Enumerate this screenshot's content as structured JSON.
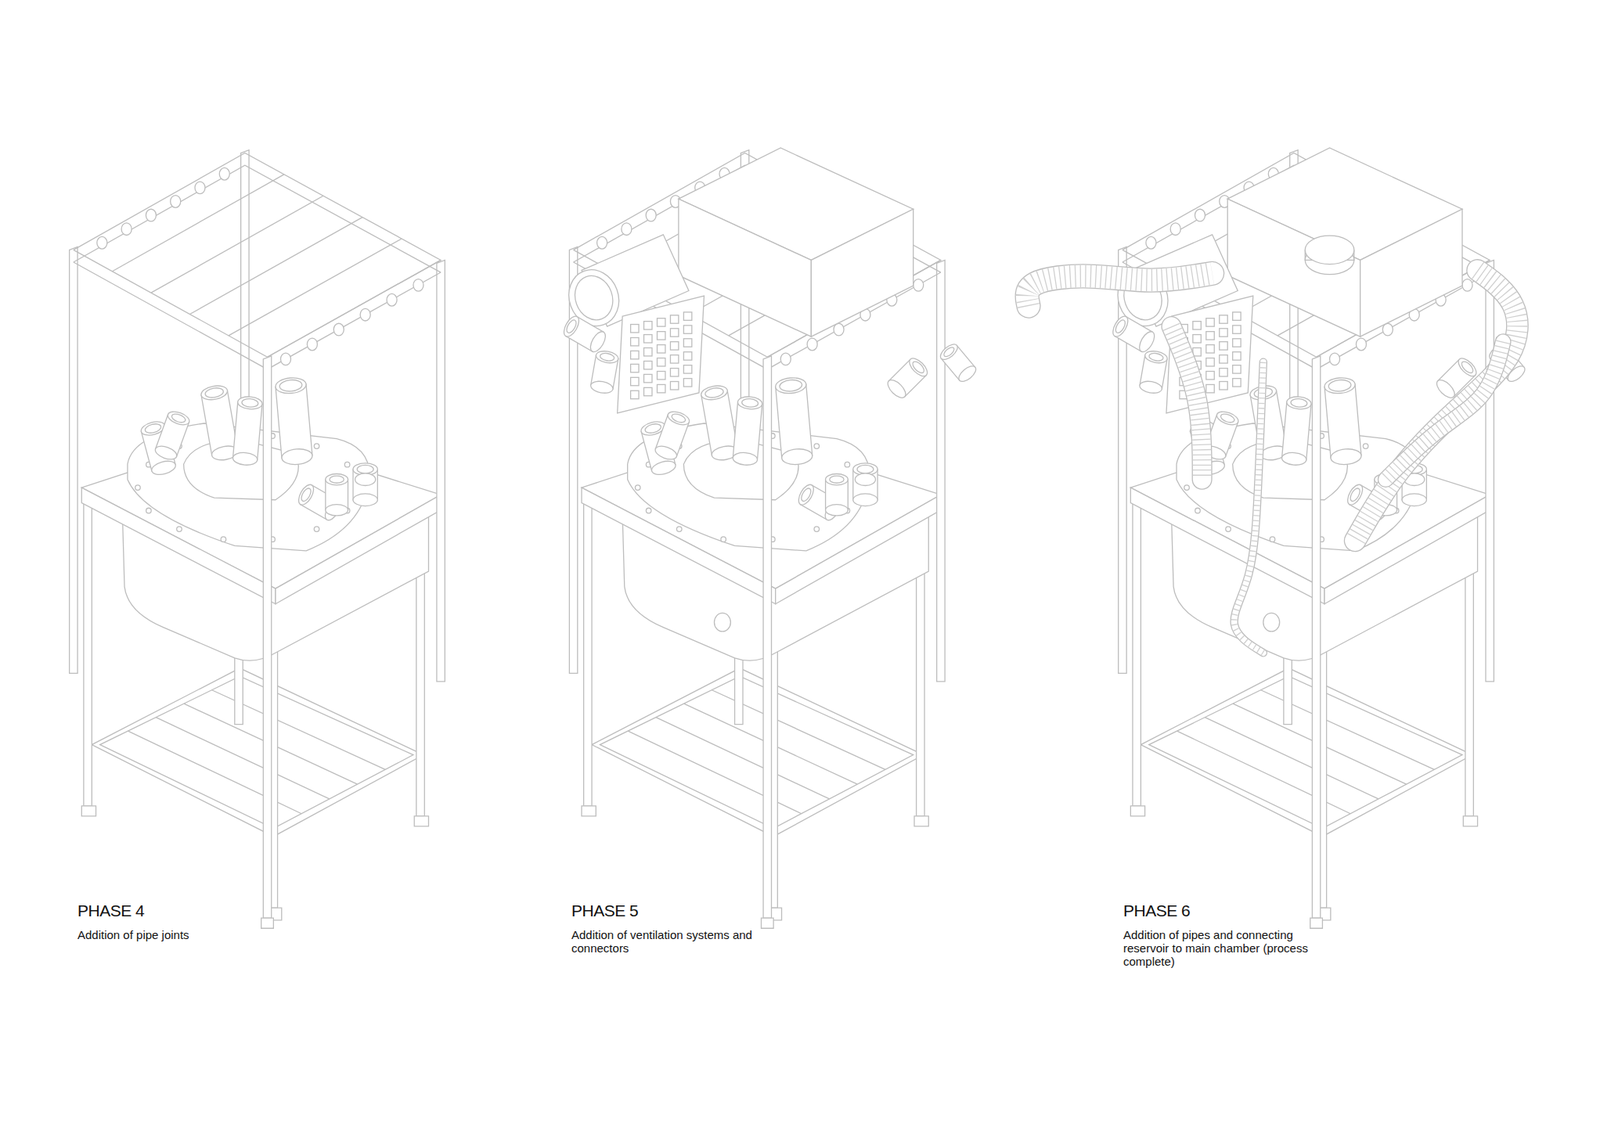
{
  "diagram": {
    "labels": [
      "PHASE 4",
      "Addition of pipe joints",
      "PHASE 5",
      "Addition of ventilation systems and connectors",
      "PHASE 6",
      "Addition of pipes and connecting reservoir to main chamber (process complete)"
    ]
  }
}
